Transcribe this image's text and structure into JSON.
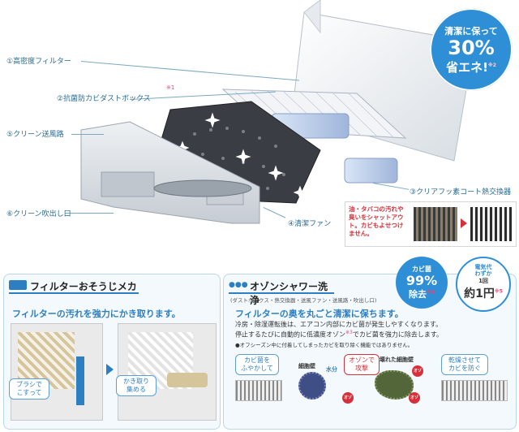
{
  "top": {
    "callouts": [
      {
        "label": "①高密度フィルター"
      },
      {
        "label": "②抗菌防カビダストボックス",
        "note": "※1"
      },
      {
        "label": "⑤クリーン送風路"
      },
      {
        "label": "⑥クリーン吹出し口"
      },
      {
        "label": "④清潔ファン"
      },
      {
        "label": "③クリアフッ素コート熱交換器"
      }
    ],
    "save_badge": {
      "line1": "清潔に保って",
      "line2": "30%",
      "line3": "省エネ!",
      "note": "※2"
    },
    "stain_text": "油・タバコの汚れや臭いをシャットアウト。カビもよせつけません。"
  },
  "left_panel": {
    "title": "フィルターおそうじメカ",
    "subtitle": "フィルターの汚れを強力にかき取ります。",
    "bubble1": "ブラシで\nこすって",
    "bubble2": "かき取り\n集める"
  },
  "right_panel": {
    "title": "オゾンシャワー洗浄",
    "scope": "(ダストボックス・熱交換器・送風ファン・送風路・吹出し口)",
    "headline": "フィルターの奥を丸ごと清潔に保ちます。",
    "body1": "冷房・除湿運転後は、エアコン内部にカビ菌が発生しやすくなります。",
    "body2a": "停止するたびに自動的に低濃度オゾン",
    "body2_note": "※3",
    "body2b": "でカビ菌を強力に除去します。",
    "body3": "●オフシーズン中に付着してしまったカビを取り除く機能ではありません。",
    "badge_mold": {
      "top": "カビ菌",
      "value": "99%",
      "unit": "除去",
      "note": "※4"
    },
    "badge_cost": {
      "top": "電気代\nわずか",
      "prefix": "1回",
      "value": "約1円",
      "note": "※5"
    },
    "steps": {
      "s1": "カビ菌を\nふやかして",
      "s2": "オゾンで\n攻撃",
      "s3": "乾燥させて\nカビを防ぐ",
      "cell_wall": "細胞壁",
      "water": "水分",
      "broken_wall": "壊れた細胞壁",
      "ozone": "オゾン"
    }
  },
  "colors": {
    "accent_blue": "#2d7fc1",
    "badge_blue": "#2f8fd6",
    "red": "#d6303a",
    "panel_border": "#b9d7ea"
  }
}
